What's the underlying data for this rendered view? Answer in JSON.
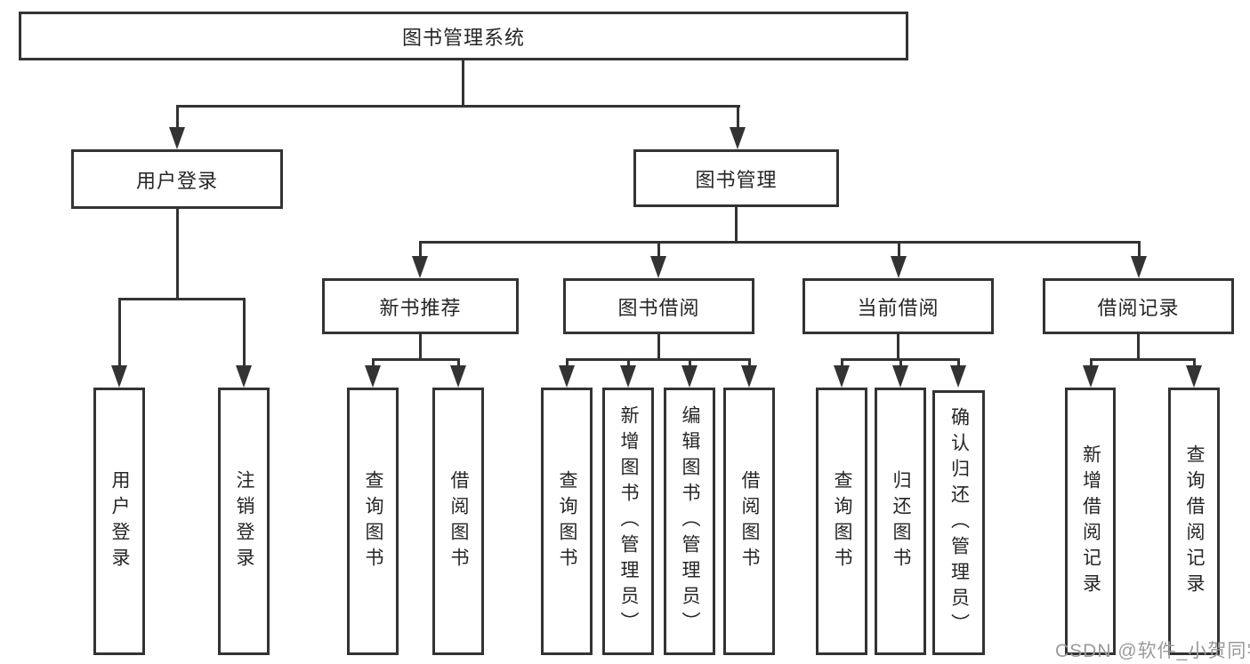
{
  "diagram_type": "hierarchy-tree",
  "tree": {
    "label": "图书管理系统",
    "children": [
      {
        "label": "用户登录",
        "children": [
          {
            "label": "用户登录"
          },
          {
            "label": "注销登录"
          }
        ]
      },
      {
        "label": "图书管理",
        "children": [
          {
            "label": "新书推荐",
            "children": [
              {
                "label": "查询图书"
              },
              {
                "label": "借阅图书"
              }
            ]
          },
          {
            "label": "图书借阅",
            "children": [
              {
                "label": "查询图书"
              },
              {
                "label": "新增图书（管理员）"
              },
              {
                "label": "编辑图书（管理员）"
              },
              {
                "label": "借阅图书"
              }
            ]
          },
          {
            "label": "当前借阅",
            "children": [
              {
                "label": "查询图书"
              },
              {
                "label": "归还图书"
              },
              {
                "label": "确认归还（管理员）"
              }
            ]
          },
          {
            "label": "借阅记录",
            "children": [
              {
                "label": "新增借阅记录"
              },
              {
                "label": "查询借阅记录"
              }
            ]
          }
        ]
      }
    ]
  },
  "watermark": {
    "text": "CSDN @软件_小贺同学"
  },
  "colors": {
    "line": "#333333",
    "text": "#262626",
    "background": "#ffffff",
    "watermark": "#9b9b9b"
  }
}
